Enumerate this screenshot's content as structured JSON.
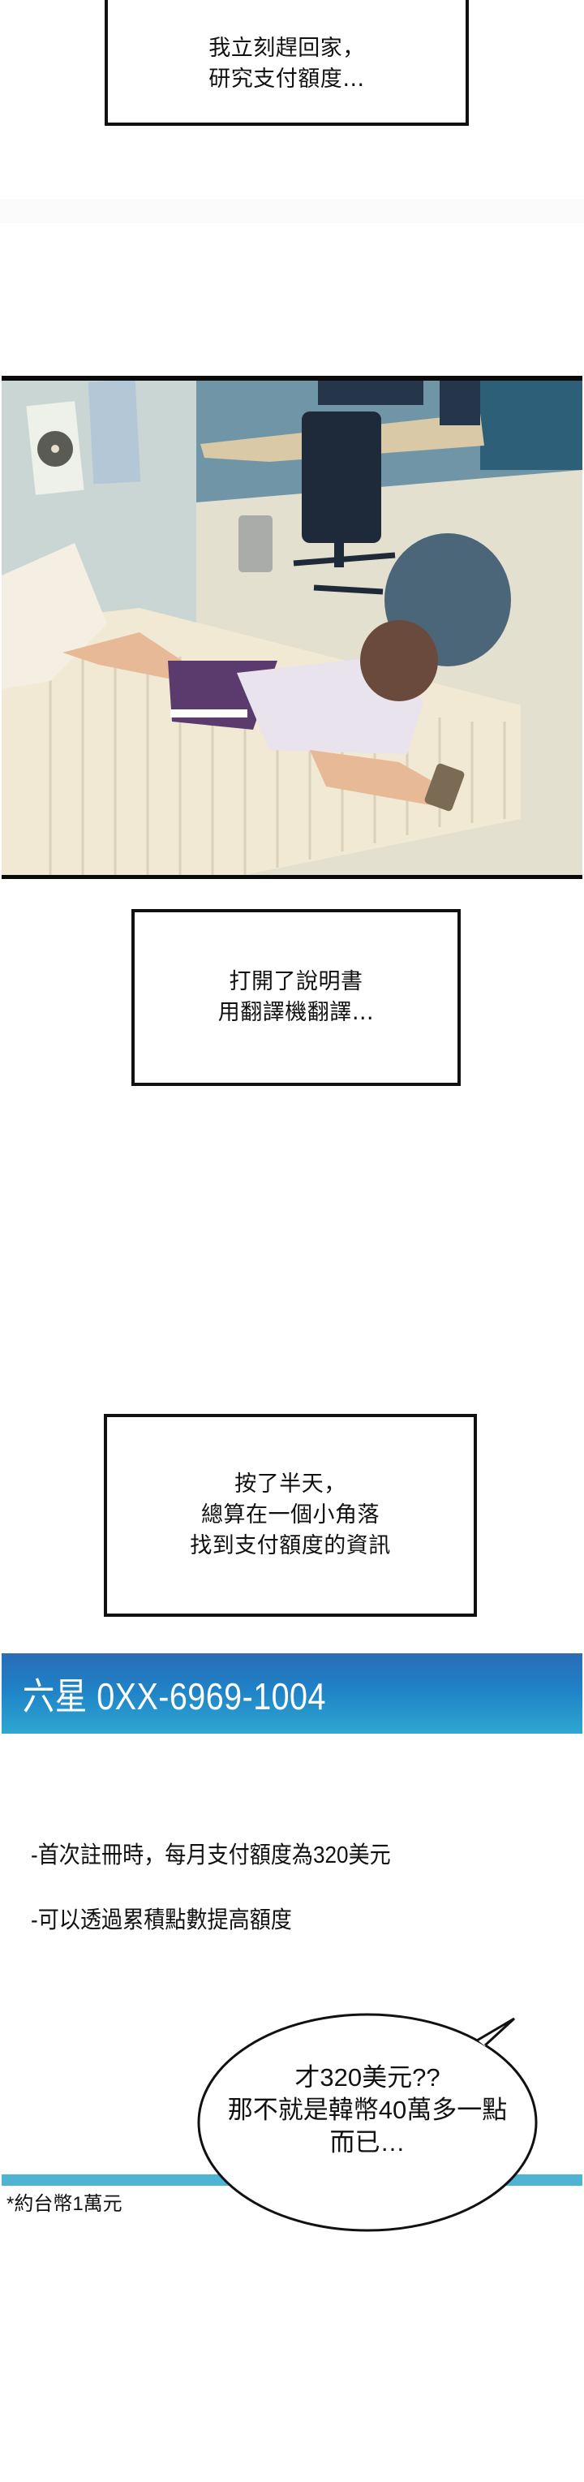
{
  "caption_1": {
    "lines": [
      "我立刻趕回家，",
      "研究支付額度…"
    ]
  },
  "illustration": {
    "description": "Boy in white T-shirt and purple shorts lying on a striped bed, looking at a smartphone; desk, office chair, trash bin and bean bag in background",
    "colors": {
      "wall": "#7fa1ad",
      "floor": "#e9e3cf",
      "bed": "#f3ecd8",
      "shirt": "#e9e3ee",
      "shorts": "#5b3a6e",
      "hair": "#6b4a3e",
      "chair": "#1e2a3a",
      "beanbag": "#4b6678"
    }
  },
  "caption_2": {
    "lines": [
      "打開了說明書",
      "用翻譯機翻譯…"
    ]
  },
  "caption_3": {
    "lines": [
      "按了半天，",
      "總算在一個小角落",
      "找到支付額度的資訊"
    ]
  },
  "info_panel": {
    "header_title": "六星 0XX-6969-1004",
    "header_color_top": "#2a6cb6",
    "header_color_bottom": "#2ea7d1",
    "bullets": [
      "-首次註冊時，每月支付額度為320美元",
      "-可以透過累積點數提高額度"
    ],
    "divider_color": "#4fb3d3",
    "footnote": "*約台幣1萬元"
  },
  "speech_bubble": {
    "lines": [
      "才320美元??",
      "那不就是韓幣40萬多一點",
      "而已…"
    ]
  }
}
